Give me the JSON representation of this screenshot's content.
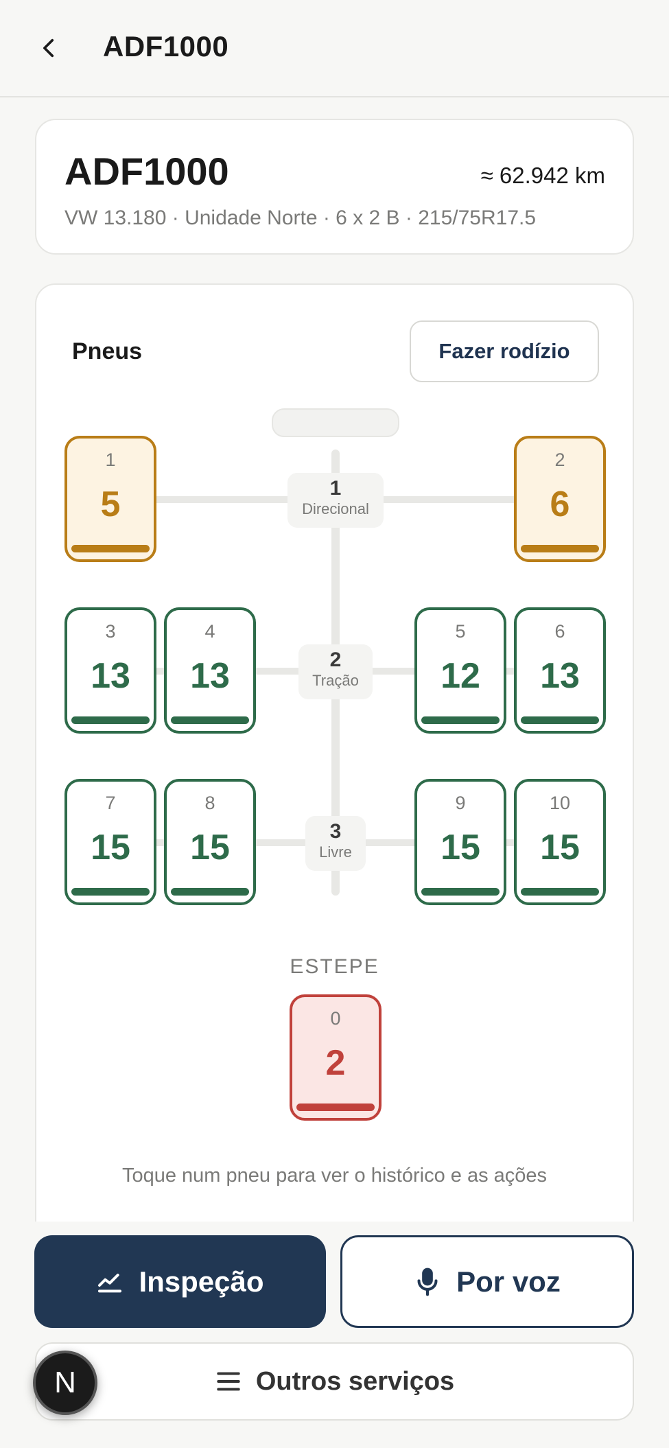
{
  "header": {
    "title": "ADF1000",
    "back_icon": "chevron-left-icon"
  },
  "vehicle": {
    "plate": "ADF1000",
    "odometer": "≈ 62.942 km",
    "info": "VW 13.180 · Unidade Norte · 6 x 2 B · 215/75R17.5"
  },
  "tires_section": {
    "title": "Pneus",
    "rotate_label": "Fazer rodízio",
    "axles": [
      {
        "number": "1",
        "name": "Direcional"
      },
      {
        "number": "2",
        "name": "Tração"
      },
      {
        "number": "3",
        "name": "Livre"
      }
    ],
    "tires": [
      {
        "pos": "1",
        "tread": "5",
        "status": "warn"
      },
      {
        "pos": "2",
        "tread": "6",
        "status": "warn"
      },
      {
        "pos": "3",
        "tread": "13",
        "status": "ok"
      },
      {
        "pos": "4",
        "tread": "13",
        "status": "ok"
      },
      {
        "pos": "5",
        "tread": "12",
        "status": "ok"
      },
      {
        "pos": "6",
        "tread": "13",
        "status": "ok"
      },
      {
        "pos": "7",
        "tread": "15",
        "status": "ok"
      },
      {
        "pos": "8",
        "tread": "15",
        "status": "ok"
      },
      {
        "pos": "9",
        "tread": "15",
        "status": "ok"
      },
      {
        "pos": "10",
        "tread": "15",
        "status": "ok"
      }
    ],
    "spare": {
      "label": "ESTEPE",
      "pos": "0",
      "tread": "2",
      "status": "crit"
    },
    "hint": "Toque num pneu para ver o histórico e as ações",
    "legend_colors": [
      "#8a3c45",
      "#d9675f",
      "#c9a24a"
    ]
  },
  "colors": {
    "ok": "#2e6b4a",
    "warn": "#b97d17",
    "crit": "#c0413b",
    "primary": "#213753"
  },
  "actions": {
    "inspect_label": "Inspeção",
    "voice_label": "Por voz",
    "more_label": "Outros serviços",
    "badge_letter": "N"
  }
}
